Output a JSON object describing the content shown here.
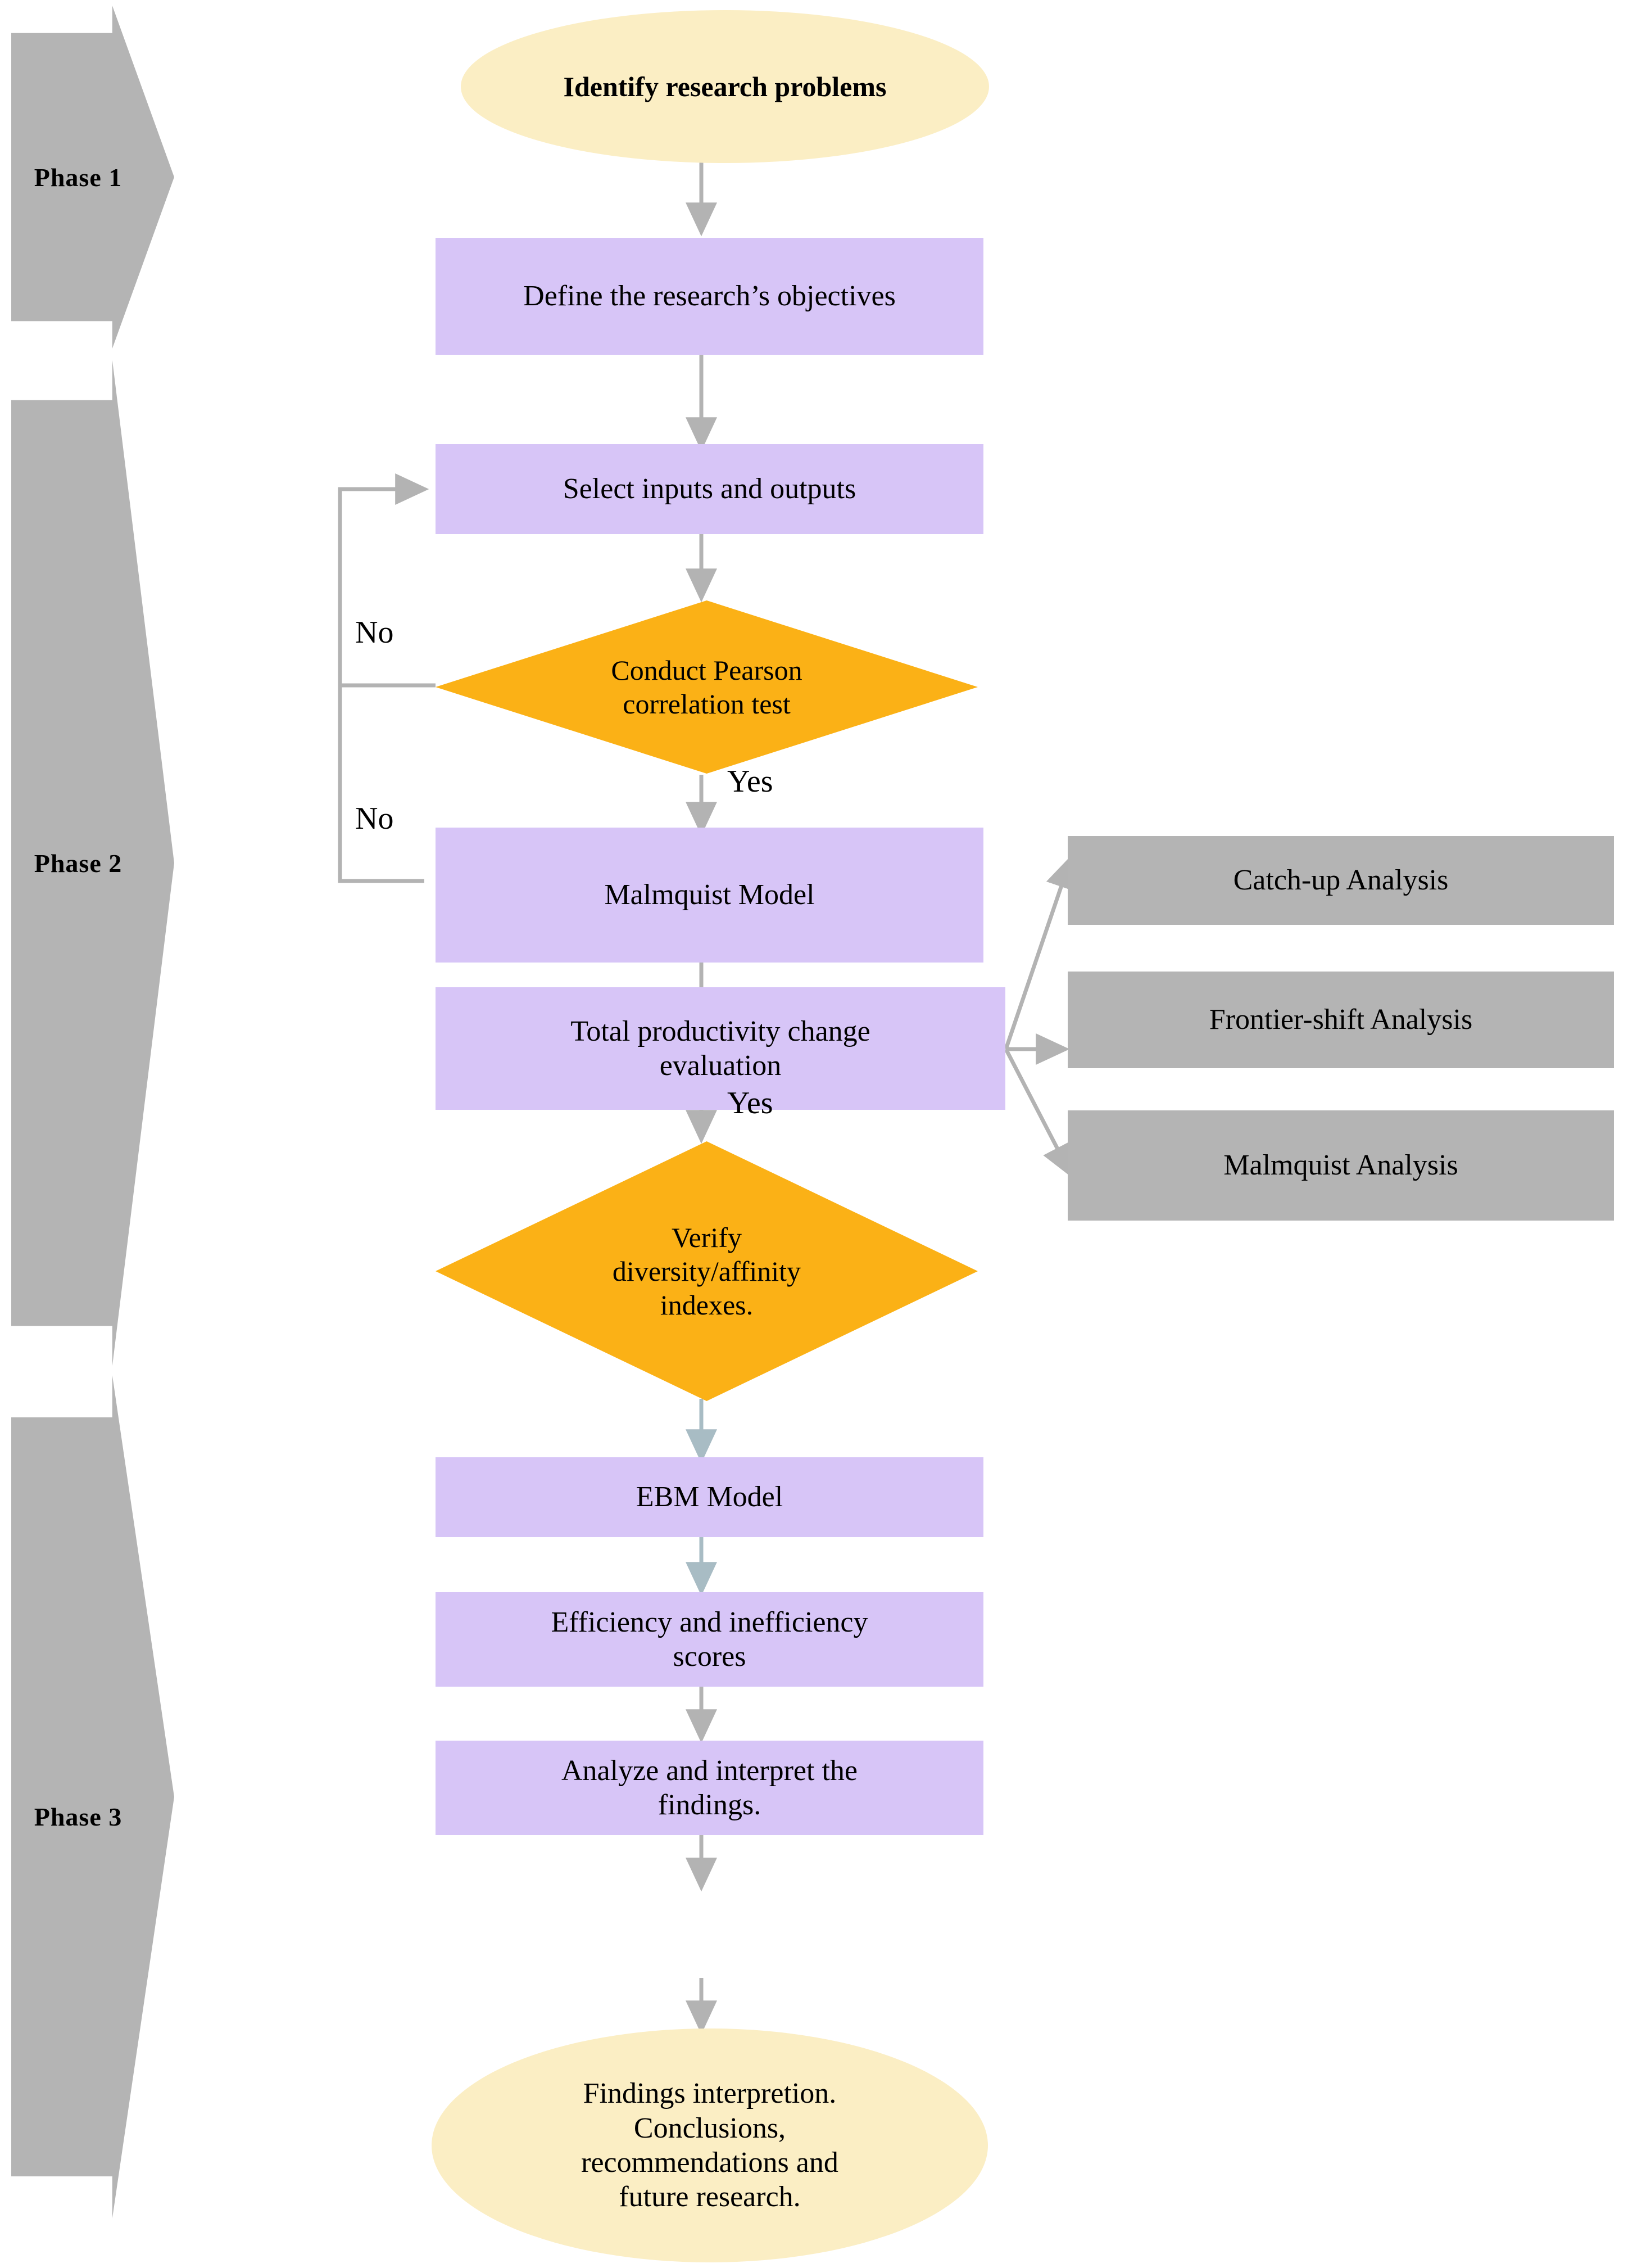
{
  "diagram": {
    "title": "Research methodology flowchart",
    "colors": {
      "process_fill": "#d7c5f7",
      "decision_fill": "#fbb116",
      "terminator_fill": "#fbeec4",
      "phase_band_fill": "#b4b4b4",
      "analysis_box_fill": "#b4b4b4",
      "connector_stroke": "#b3b3b3",
      "text": "#000000",
      "background": "#ffffff"
    }
  },
  "phases": [
    {
      "id": "phase-1",
      "label": "Phase 1"
    },
    {
      "id": "phase-2",
      "label": "Phase 2"
    },
    {
      "id": "phase-3",
      "label": "Phase 3"
    }
  ],
  "nodes": {
    "start": {
      "label": "Identify research problems",
      "shape": "ellipse"
    },
    "objectives": {
      "label": "Define the research’s objectives",
      "shape": "process"
    },
    "select_io": {
      "label": "Select inputs and outputs",
      "shape": "process"
    },
    "pearson": {
      "label": "Conduct Pearson correlation test",
      "line1": "Conduct Pearson",
      "line2": "correlation test",
      "shape": "decision"
    },
    "malmquist_model": {
      "label": "Malmquist Model",
      "shape": "process"
    },
    "total_productivity": {
      "label": "Total productivity change evaluation",
      "line1": "Total productivity change",
      "line2": "evaluation",
      "shape": "process"
    },
    "verify": {
      "label": "Verify diversity/affinity indexes.",
      "line1": "Verify",
      "line2": "diversity/affinity",
      "line3": "indexes.",
      "shape": "decision"
    },
    "ebm_model": {
      "label": "EBM Model",
      "shape": "process"
    },
    "scores": {
      "label": "Efficiency and inefficiency scores",
      "line1": "Efficiency and inefficiency",
      "line2": "scores",
      "shape": "process"
    },
    "analyze": {
      "label": "Analyze and interpret the findings.",
      "line1": "Analyze and interpret the",
      "line2": "findings.",
      "shape": "process"
    },
    "end": {
      "label": "Findings interpretion. Conclusions, recommendations and future research.",
      "line1": "Findings interpretion.",
      "line2": "Conclusions,",
      "line3": "recommendations and",
      "line4": "future research.",
      "shape": "ellipse"
    }
  },
  "analysis_boxes": [
    {
      "id": "catch-up",
      "label": "Catch-up Analysis"
    },
    {
      "id": "frontier-shift",
      "label": "Frontier-shift Analysis"
    },
    {
      "id": "malmquist",
      "label": "Malmquist Analysis"
    }
  ],
  "edge_labels": {
    "no_pearson": "No",
    "no_malmquist": "No",
    "yes_pearson": "Yes",
    "yes_total": "Yes"
  }
}
